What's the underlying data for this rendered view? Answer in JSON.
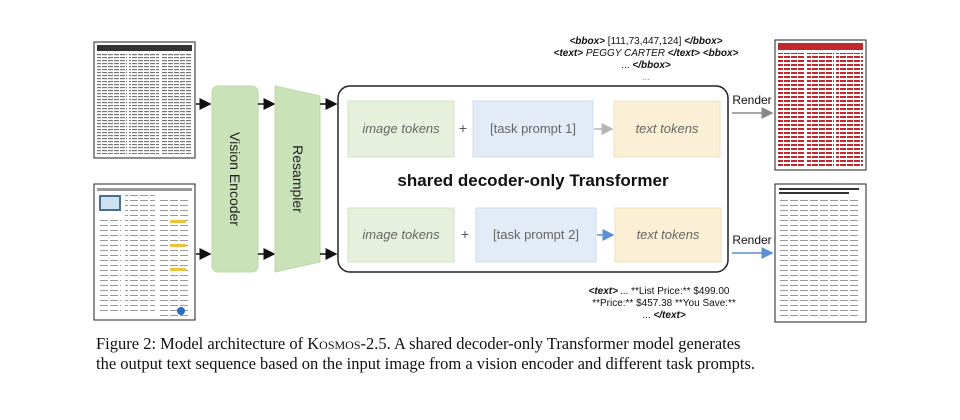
{
  "diagram": {
    "vision_encoder": "Vision Encoder",
    "resampler": "Resampler",
    "transformer": "shared decoder-only Transformer",
    "row1": {
      "image_tokens": "image tokens",
      "plus": "+",
      "task_prompt": "[task prompt 1]",
      "text_tokens": "text tokens"
    },
    "row2": {
      "image_tokens": "image tokens",
      "plus": "+",
      "task_prompt": "[task prompt 2]",
      "text_tokens": "text tokens"
    },
    "render_label_1": "Render",
    "render_label_2": "Render",
    "output_top": {
      "line1_open": "<bbox>",
      "line1_value": " [111,73,447,124] ",
      "line1_close": "</bbox>",
      "line2_open": "<text>",
      "line2_value": " PEGGY CARTER ",
      "line2_close": "</text>",
      "line2_tail": " <bbox>",
      "line3_pre": "... ",
      "line3_close": "</bbox>",
      "line4": "..."
    },
    "output_bottom": {
      "line1_open": "<text>",
      "line1_value": "... **List Price:** $499.00",
      "line2_value": "**Price:**  $457.38  **You Save:**",
      "line3_pre": "... ",
      "line3_close": "</text>"
    }
  },
  "caption": {
    "lead": "Figure 2: Model architecture of ",
    "model_small_caps": "Kosmos",
    "model_suffix": "-2.5. A shared decoder-only Transformer model generates",
    "line2": "the output text sequence based on the input image from a vision encoder and different task prompts."
  },
  "colors": {
    "encoder_green": "#c9e2b8",
    "image_tokens_green": "#e6f0dc",
    "task_prompt_blue": "#e3ebf7",
    "text_tokens_yellow": "#fbf0d6",
    "render_red": "#c0282d",
    "arrow_blue": "#5b8fd6"
  }
}
